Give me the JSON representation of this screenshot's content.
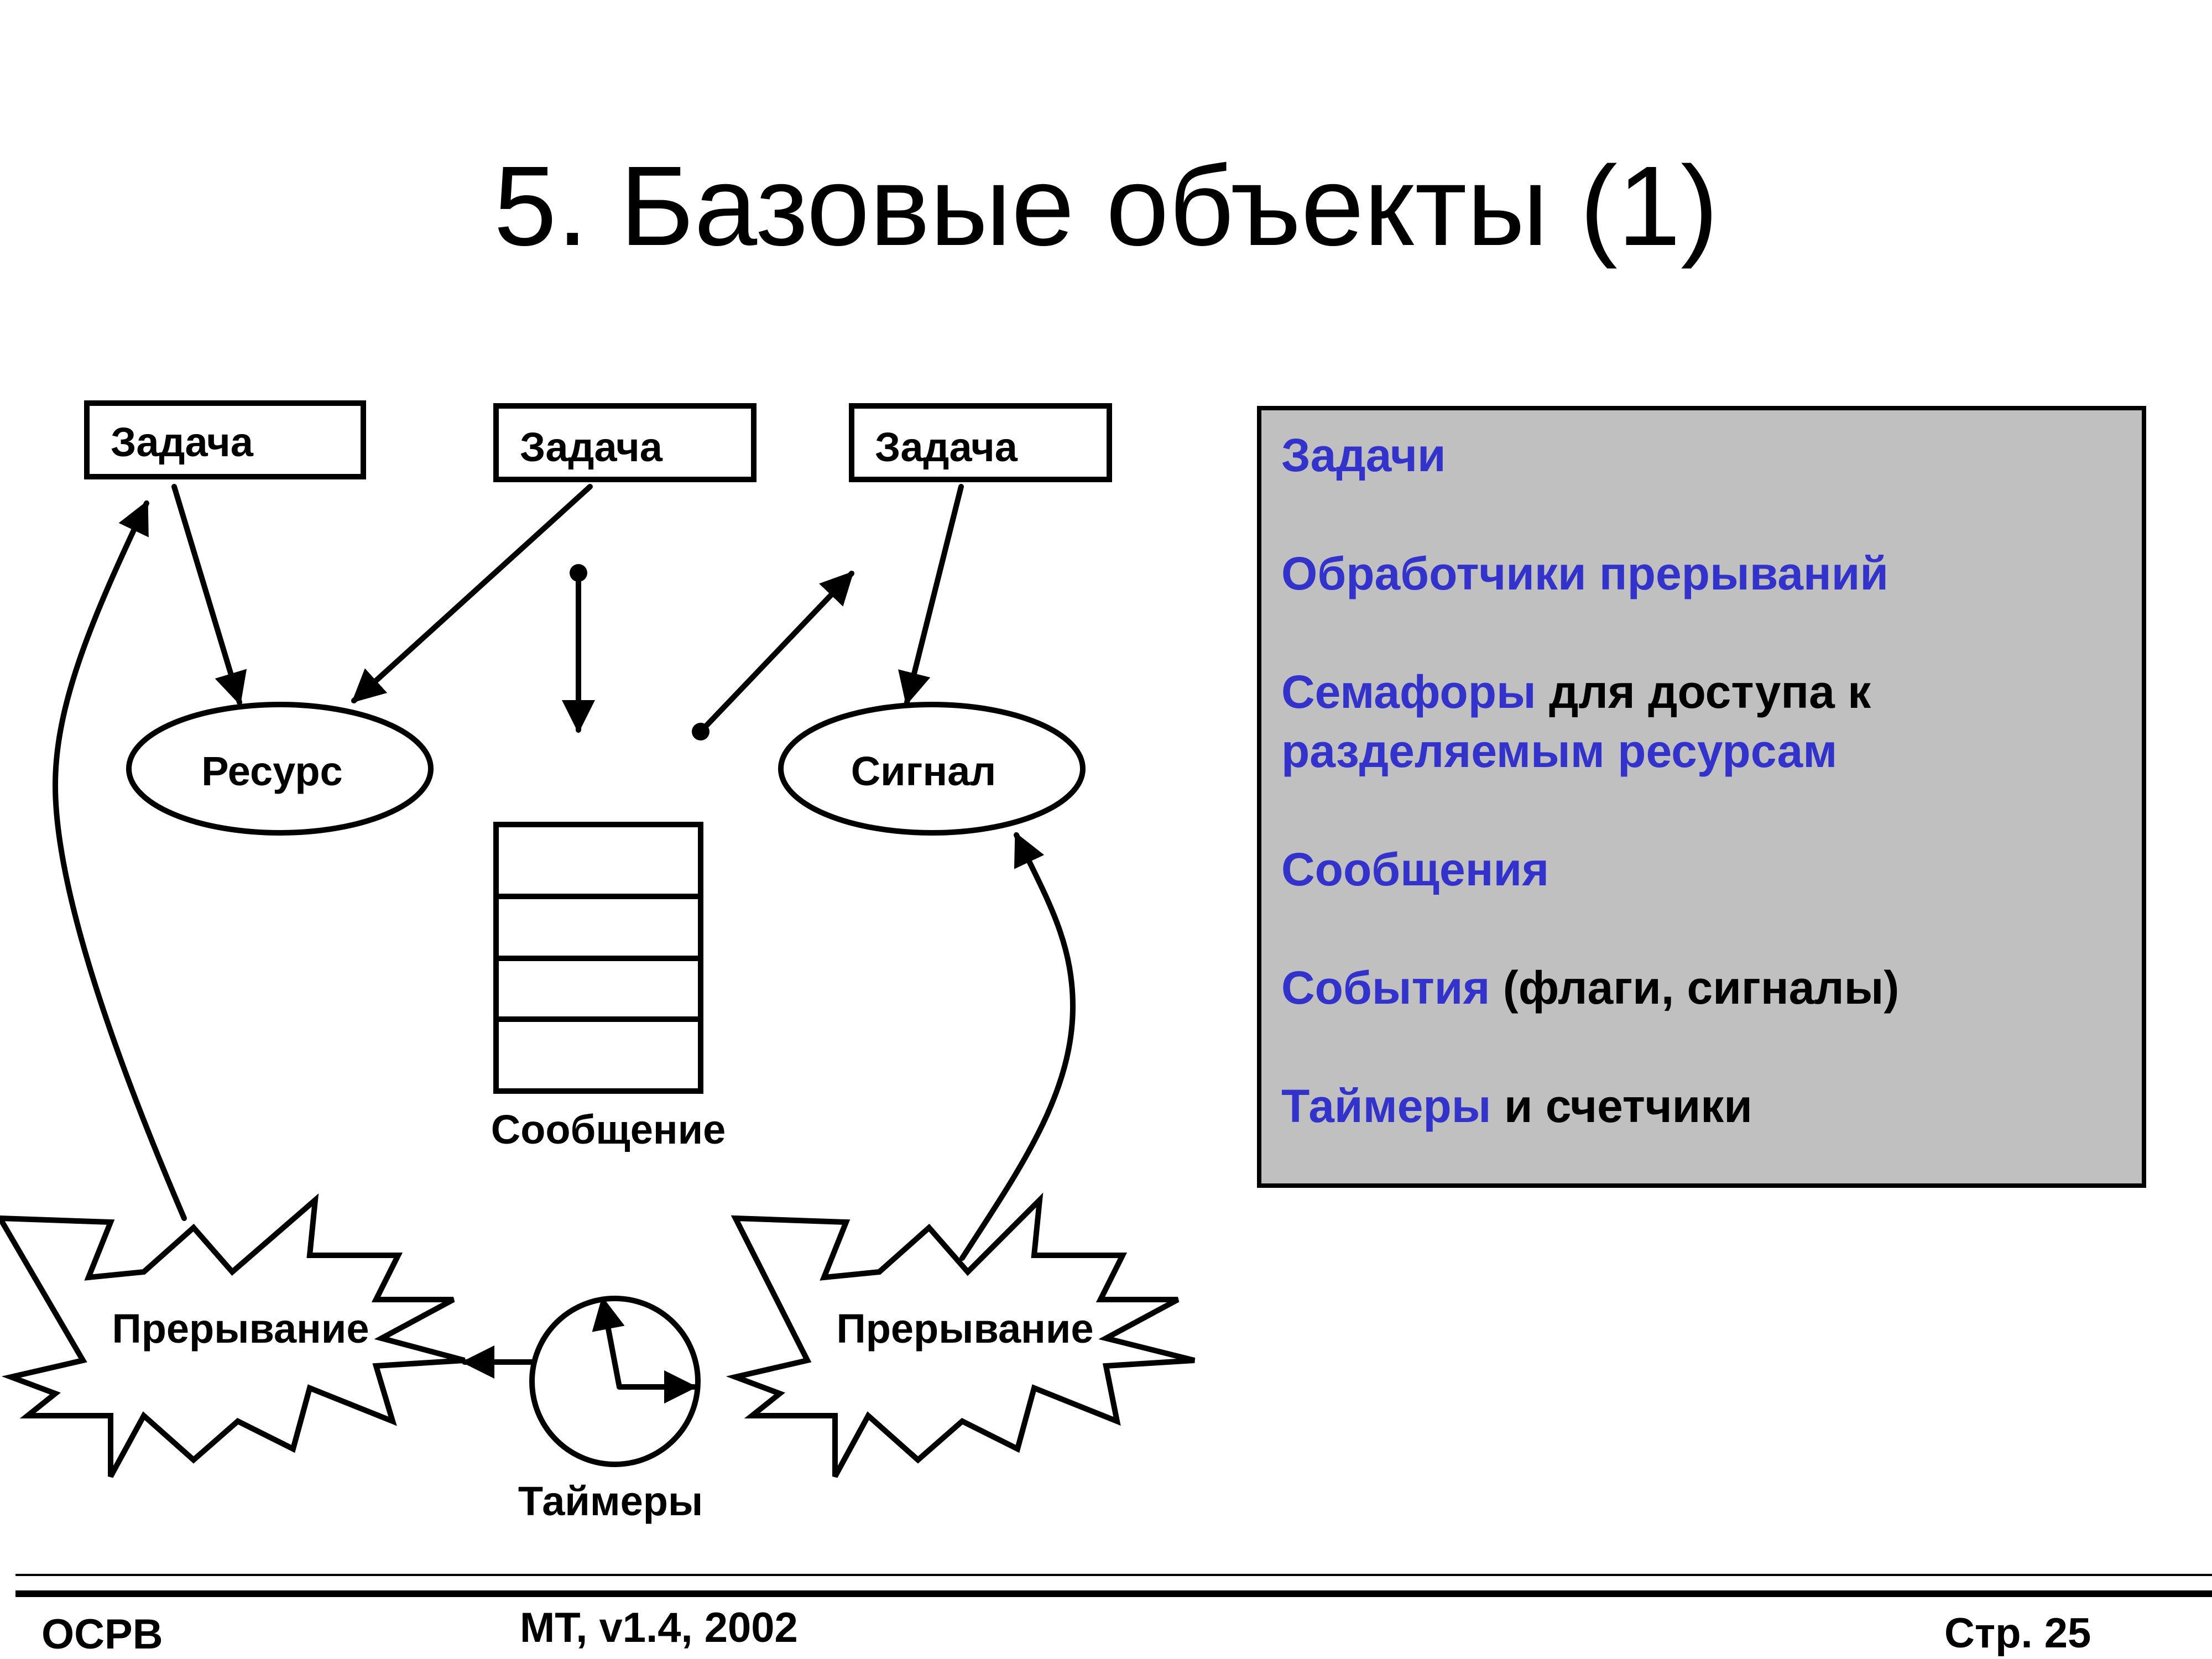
{
  "title": "5. Базовые объекты (1)",
  "diagram": {
    "tasks": [
      "Задача",
      "Задача",
      "Задача"
    ],
    "resource": "Ресурс",
    "signal": "Сигнал",
    "message": "Сообщение",
    "interrupts": [
      "Прерывание",
      "Прерывание"
    ],
    "timers": "Таймеры"
  },
  "info_panel": {
    "items": [
      {
        "keyword": "Задачи",
        "rest": ""
      },
      {
        "keyword": "Обработчики прерываний",
        "rest": ""
      },
      {
        "keyword": "Семафоры",
        "rest": " для доступа к ",
        "keyword2": "разделяемым ресурсам"
      },
      {
        "keyword": "Сообщения",
        "rest": ""
      },
      {
        "keyword": "События",
        "rest": " (флаги, сигналы)"
      },
      {
        "keyword": "Таймеры",
        "rest": " и счетчики"
      }
    ]
  },
  "footer": {
    "left": "ОСРВ",
    "center": "MT, v1.4, 2002",
    "right": "Стр. 25"
  },
  "colors": {
    "keyword": "#3333cc",
    "panel_bg": "#c0c0c0",
    "text": "#000000"
  }
}
